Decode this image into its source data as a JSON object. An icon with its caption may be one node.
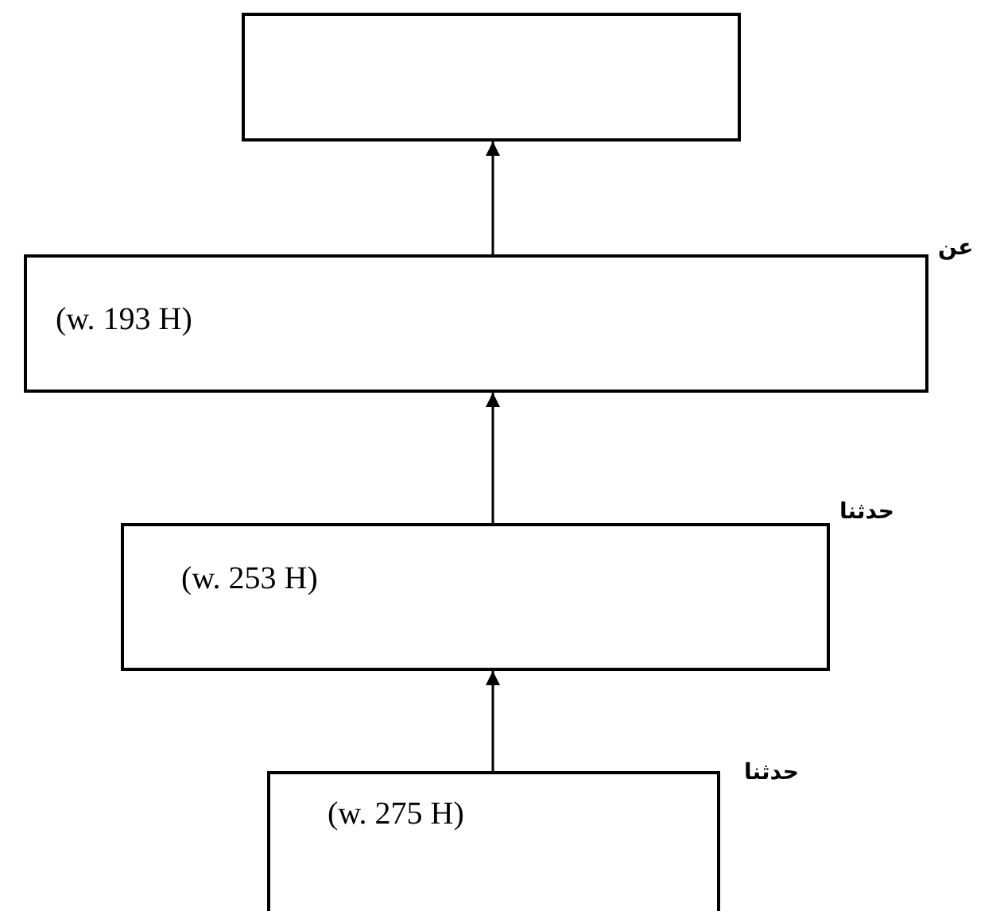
{
  "diagram": {
    "nodes": [
      {
        "text": [],
        "shape": "box"
      },
      {
        "text": [
          "(w. 193 H)"
        ],
        "beside": [
          "عن"
        ]
      },
      {
        "text": [
          "(w. 253 H)"
        ],
        "beside": [
          "حدثنا"
        ]
      },
      {
        "text": [
          "(w. 275 H)"
        ],
        "beside": [
          "حدثنا"
        ]
      }
    ],
    "edges": [
      {
        "from": 3,
        "to": 2,
        "arrow": "to"
      },
      {
        "from": 2,
        "to": 1,
        "arrow": "to"
      },
      {
        "from": 1,
        "to": 0,
        "arrow": "to"
      }
    ]
  }
}
